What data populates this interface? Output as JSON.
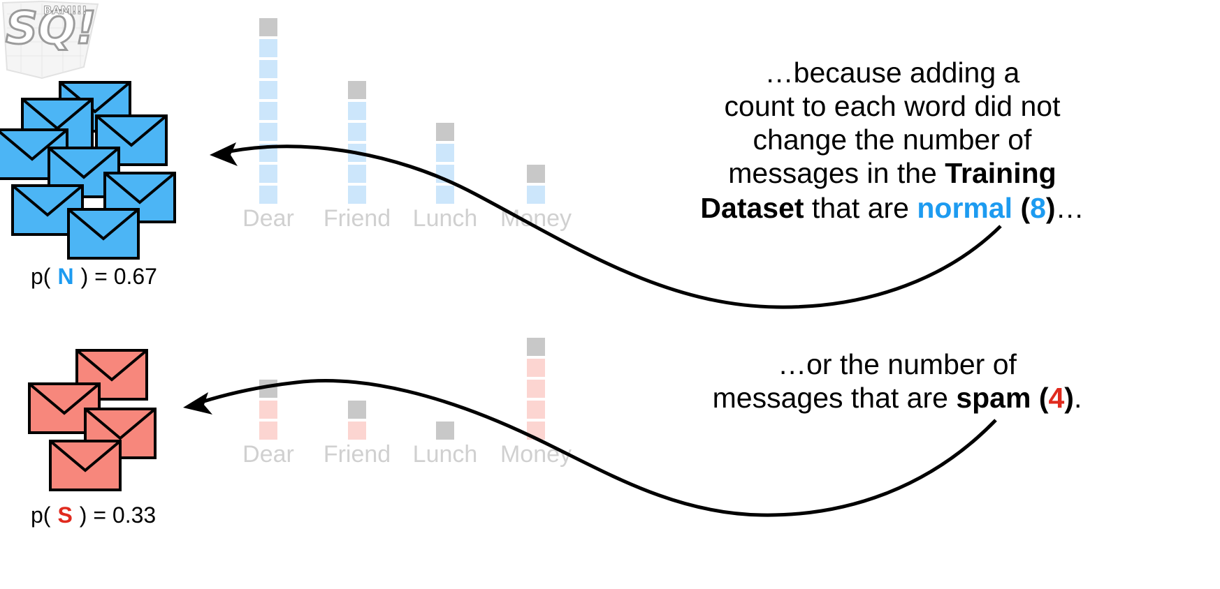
{
  "logo": {
    "text": "SQ!",
    "burst": "BAM!!!"
  },
  "colors": {
    "normal_envelope": "#4cb5f5",
    "spam_envelope": "#f7877c",
    "normal_text": "#1d9bf0",
    "spam_text": "#e02a1e",
    "normal_bar": "#cce6fb",
    "spam_bar": "#fcd5d1",
    "pseudo_bar": "#c8c8c8",
    "muted_text": "#d0d0d0"
  },
  "normal": {
    "prob_prefix": "p(",
    "prob_class": "N",
    "prob_suffix": ") = 0.67"
  },
  "spam": {
    "prob_prefix": "p(",
    "prob_class": "S",
    "prob_suffix": ") = 0.33"
  },
  "chart_data": [
    {
      "type": "bar",
      "categories": [
        "Dear",
        "Friend",
        "Lunch",
        "Money"
      ],
      "series": [
        {
          "values": [
            8,
            5,
            3,
            1
          ]
        },
        {
          "values": [
            1,
            1,
            1,
            1
          ]
        }
      ]
    },
    {
      "type": "bar",
      "categories": [
        "Dear",
        "Friend",
        "Lunch",
        "Money"
      ],
      "series": [
        {
          "values": [
            2,
            1,
            0,
            4
          ]
        },
        {
          "values": [
            1,
            1,
            1,
            1
          ]
        }
      ]
    }
  ],
  "text_normal": {
    "line1": "…because adding a",
    "line2": "count to each word did not",
    "line3": "change the number of",
    "line4_a": "messages in the ",
    "line4_b": "Training",
    "line5_a": "Dataset",
    "line5_b": " that are ",
    "line5_c": "normal",
    "line5_d": " (",
    "line5_e": "8",
    "line5_f": ")",
    "line5_g": "…"
  },
  "text_spam": {
    "line1": "…or the number of",
    "line2_a": "messages that are ",
    "line2_b": "spam (",
    "line2_c": "4",
    "line2_d": ")",
    "line2_e": "."
  }
}
